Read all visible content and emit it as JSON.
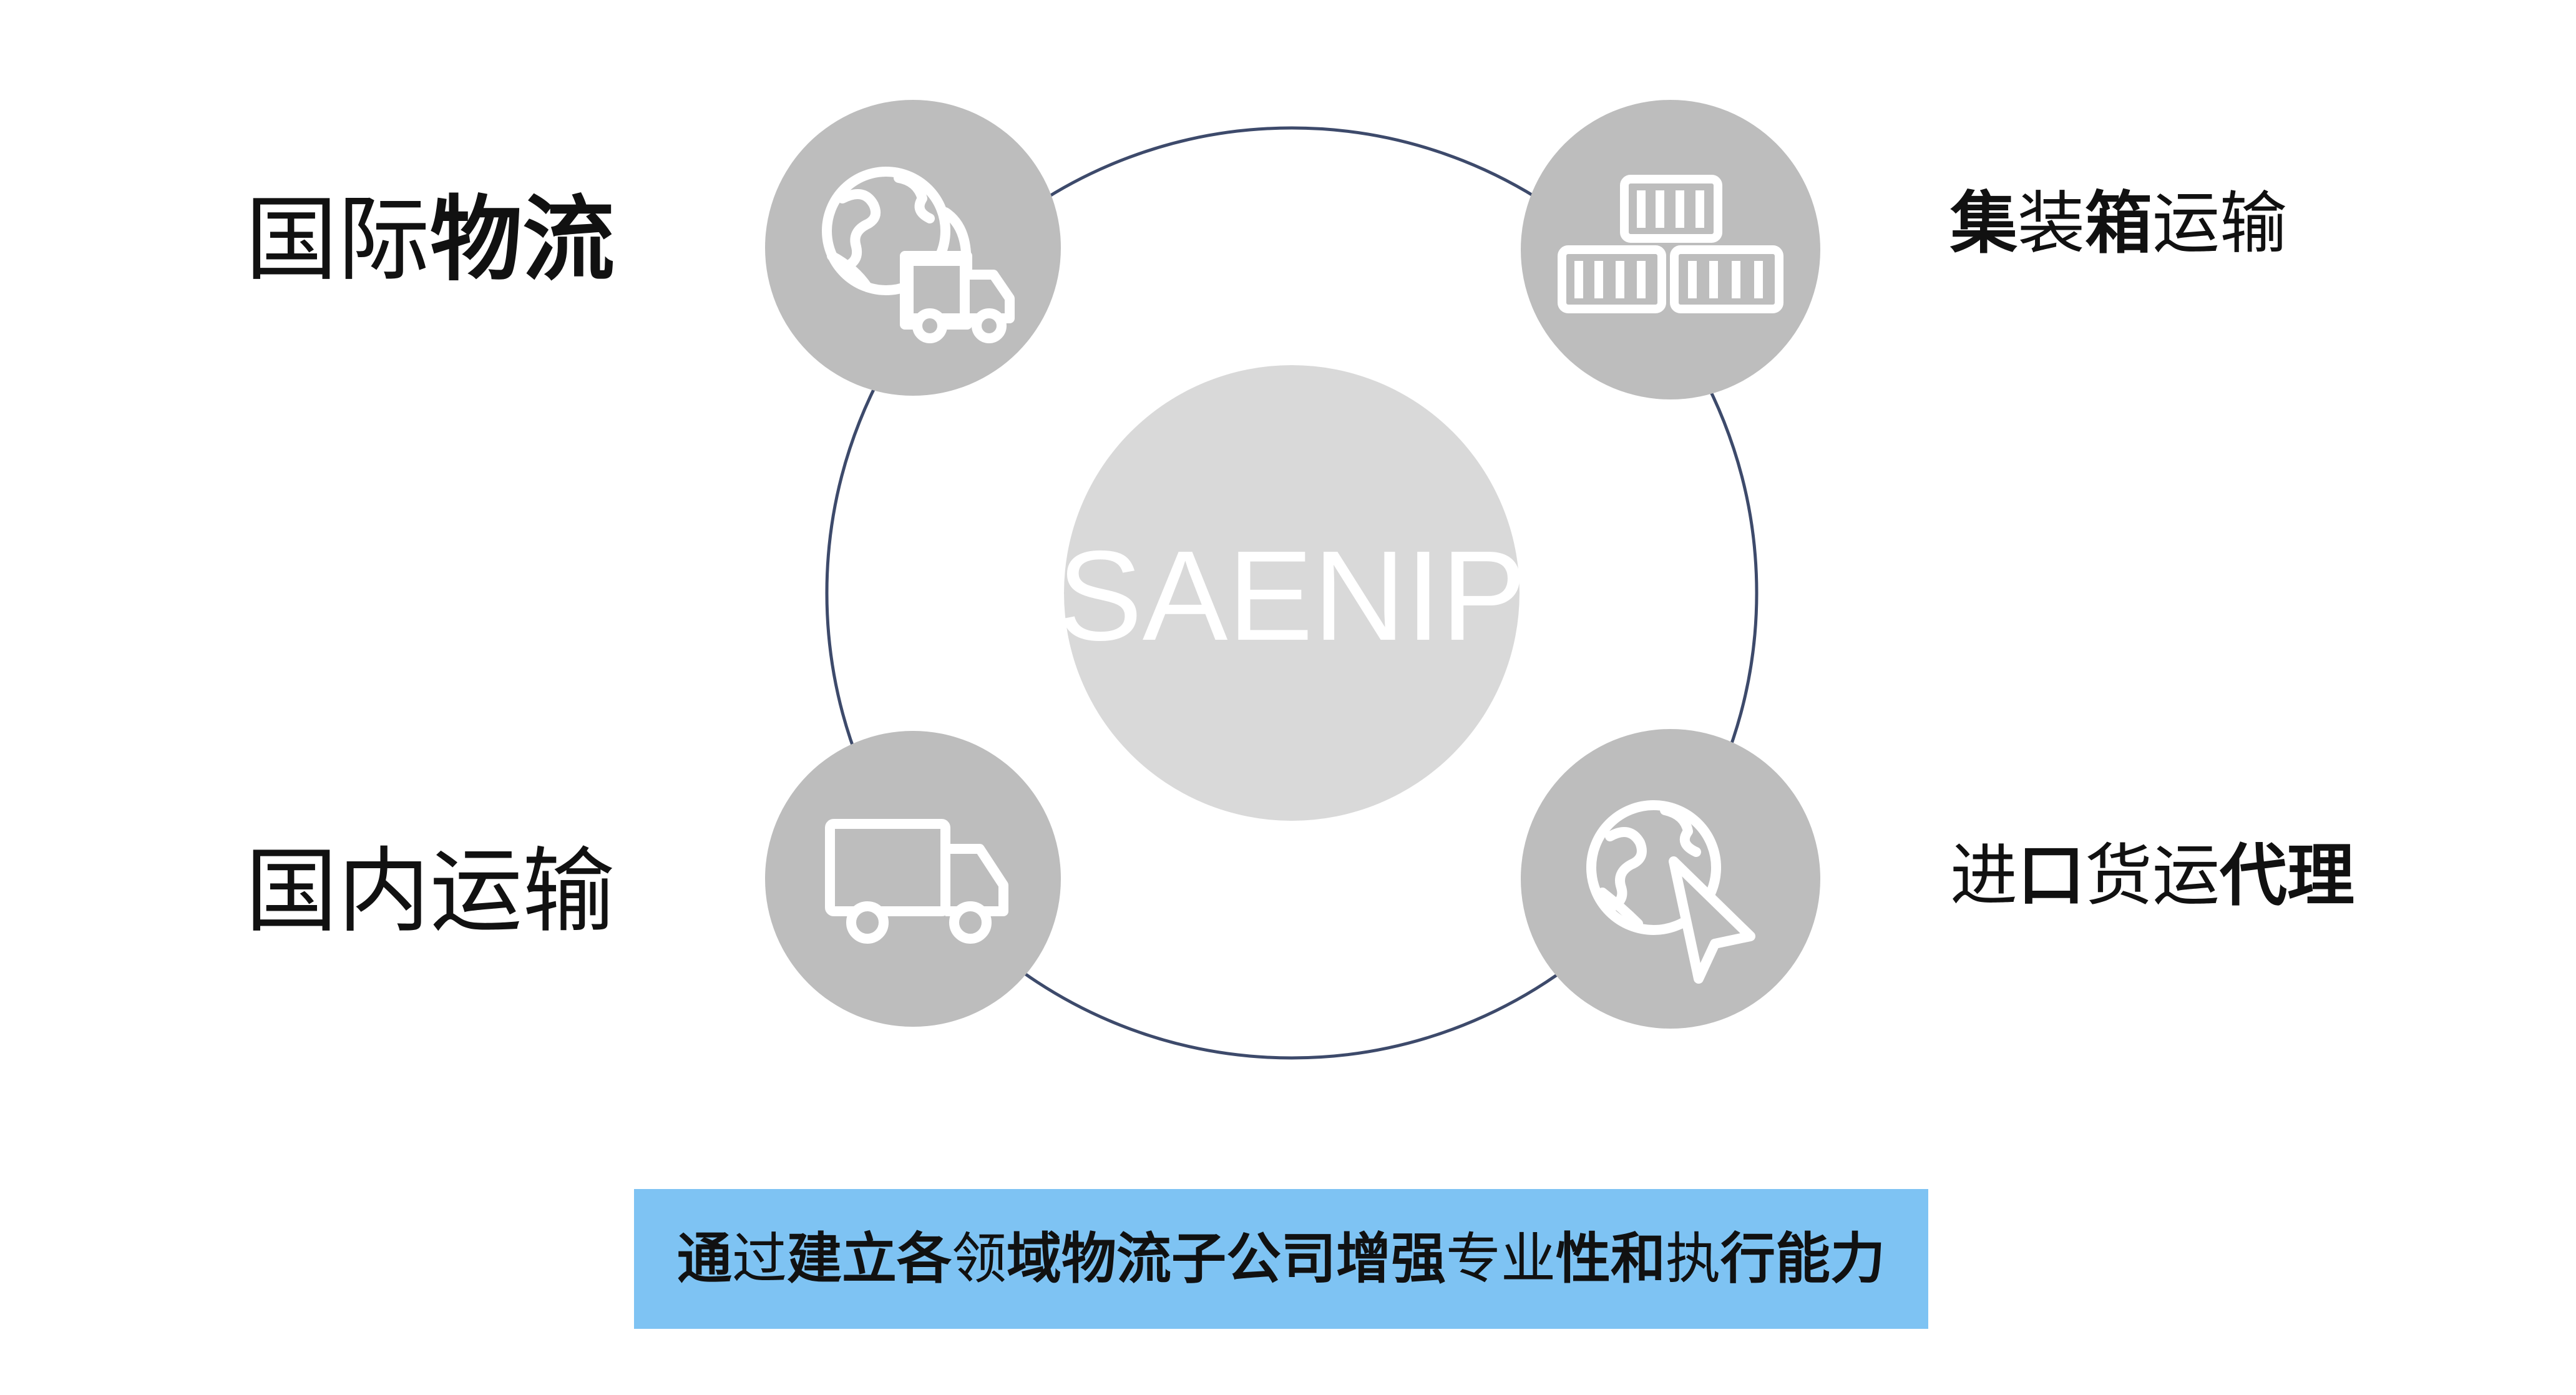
{
  "diagram": {
    "center": {
      "label": "SAENIP"
    },
    "nodes": [
      {
        "id": "intl",
        "icon": "globe-truck-icon",
        "label_parts": [
          {
            "text": "国际",
            "weight": "normal"
          },
          {
            "text": "物流",
            "weight": "bold"
          }
        ]
      },
      {
        "id": "container",
        "icon": "shipping-containers-icon",
        "label_parts": [
          {
            "text": "集",
            "weight": "bold"
          },
          {
            "text": "装",
            "weight": "normal"
          },
          {
            "text": "箱",
            "weight": "bold"
          },
          {
            "text": "运输",
            "weight": "normal"
          }
        ]
      },
      {
        "id": "domestic",
        "icon": "truck-icon",
        "label_parts": [
          {
            "text": "国内运输",
            "weight": "normal"
          }
        ]
      },
      {
        "id": "import",
        "icon": "globe-cursor-icon",
        "label_parts": [
          {
            "text": "进",
            "weight": "normal"
          },
          {
            "text": "口",
            "weight": "bold"
          },
          {
            "text": "货运",
            "weight": "normal"
          },
          {
            "text": "代理",
            "weight": "bold"
          }
        ]
      }
    ]
  },
  "banner": {
    "text_parts": [
      {
        "text": "通",
        "weight": "bold"
      },
      {
        "text": "过",
        "weight": "normal"
      },
      {
        "text": "建立各",
        "weight": "bold"
      },
      {
        "text": "领",
        "weight": "normal"
      },
      {
        "text": "域物流子公司增强",
        "weight": "bold"
      },
      {
        "text": "专业",
        "weight": "normal"
      },
      {
        "text": "性和",
        "weight": "bold"
      },
      {
        "text": "执",
        "weight": "normal"
      },
      {
        "text": "行能力",
        "weight": "bold"
      }
    ]
  },
  "colors": {
    "background": "#ffffff",
    "ring": "#3d4a6b",
    "node_fill": "#bdbdbd",
    "center_fill": "#d9d9d9",
    "icon": "#ffffff",
    "banner": "#7ec3f3",
    "text": "#111111"
  }
}
